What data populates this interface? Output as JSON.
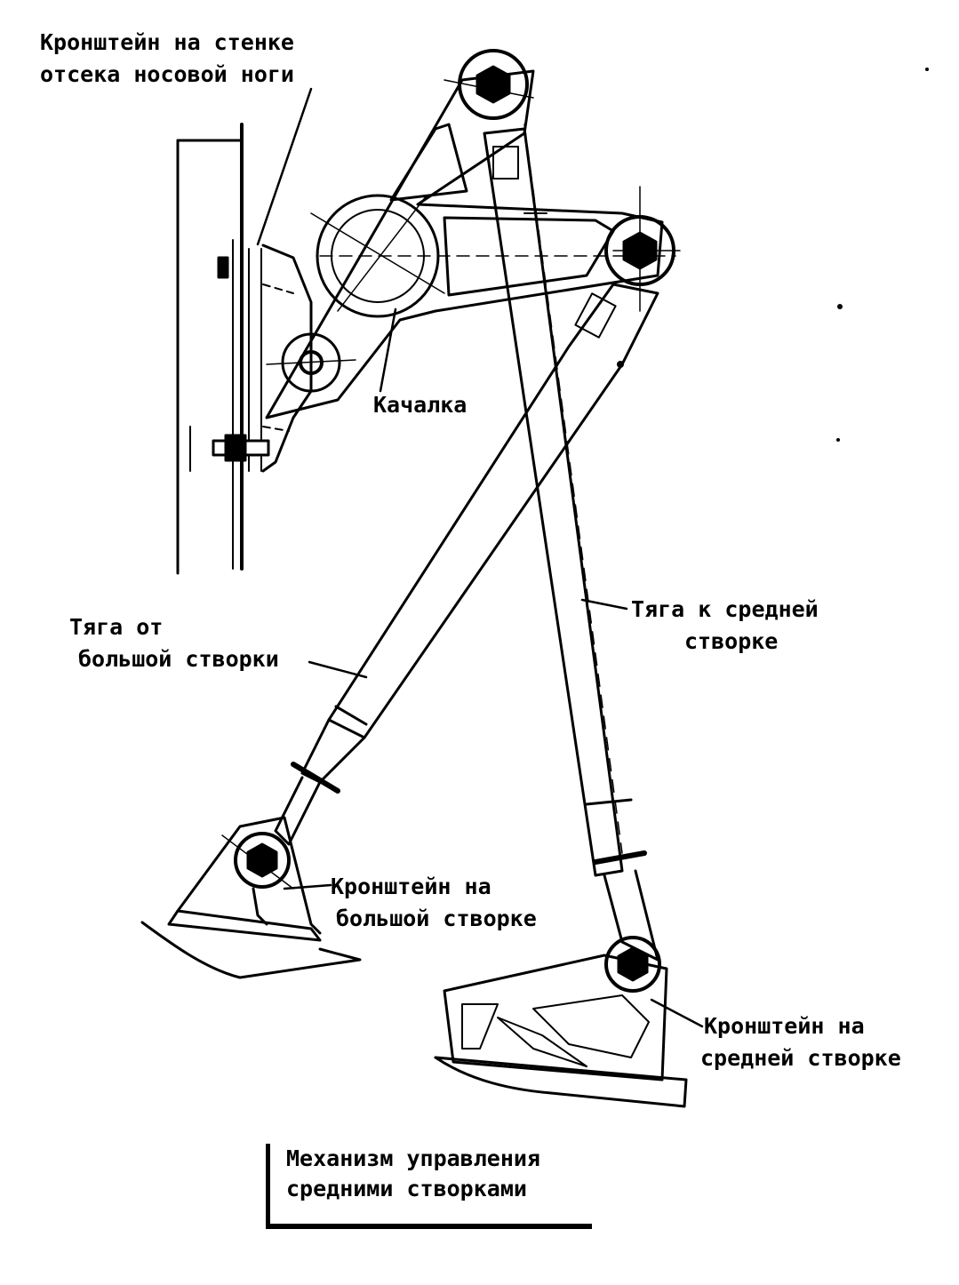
{
  "labels": {
    "bracket_wall_line1": "Кронштейн на стенке",
    "bracket_wall_line2": "отсека носовой ноги",
    "rocker": "Качалка",
    "rod_big_line1": "Тяга от",
    "rod_big_line2": "большой створки",
    "rod_mid_line1": "Тяга к средней",
    "rod_mid_line2": "створке",
    "bracket_big_line1": "Кронштейн на",
    "bracket_big_line2": "большой створке",
    "bracket_mid_line1": "Кронштейн на",
    "bracket_mid_line2": "средней створке"
  },
  "caption": {
    "line1": "Механизм управления",
    "line2": "средними створками"
  },
  "colors": {
    "ink": "#000000",
    "paper": "#ffffff"
  }
}
